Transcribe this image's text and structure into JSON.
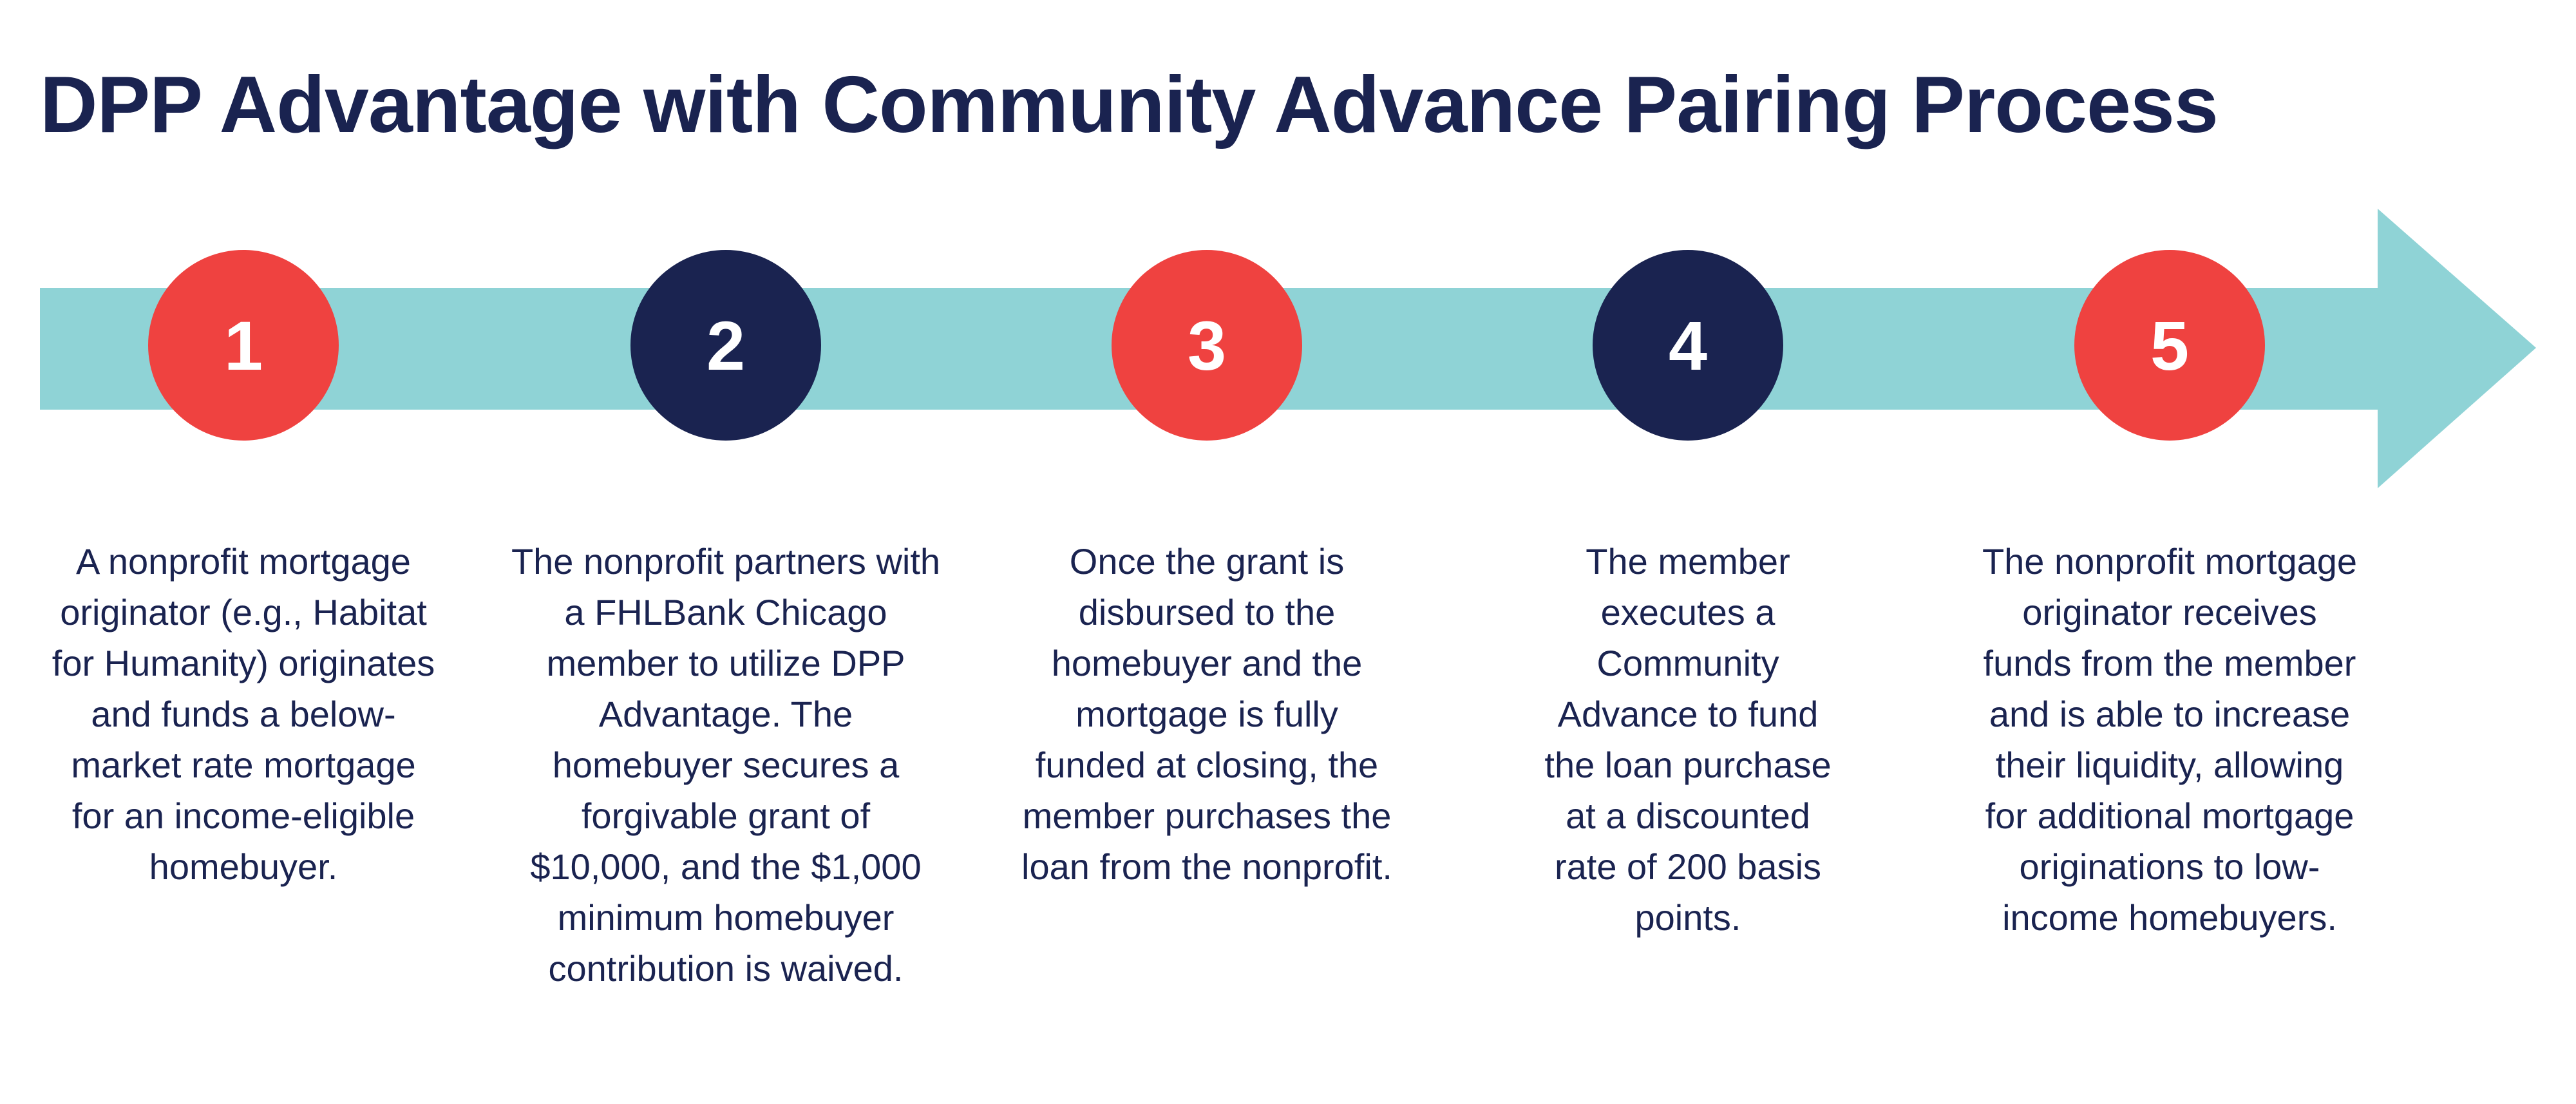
{
  "title": "DPP Advantage with Community Advance Pairing Process",
  "colors": {
    "arrow": "#8fd3d6",
    "red": "#ef4240",
    "navy": "#1a2350"
  },
  "steps": [
    {
      "number": "1",
      "color": "red",
      "text": "A nonprofit mortgage originator (e.g., Habitat for Humanity) originates and funds a below-market rate mortgage for an income-eligible homebuyer."
    },
    {
      "number": "2",
      "color": "navy",
      "text": "The nonprofit partners with a FHLBank Chicago member to utilize DPP Advantage. The homebuyer secures a forgivable grant of $10,000, and the $1,000 minimum homebuyer contribution is waived."
    },
    {
      "number": "3",
      "color": "red",
      "text": "Once the grant is disbursed to the homebuyer and the mortgage is fully funded at closing, the member purchases the loan from the nonprofit."
    },
    {
      "number": "4",
      "color": "navy",
      "text": "The member executes a Community Advance to fund the loan purchase at a discounted rate of 200 basis points."
    },
    {
      "number": "5",
      "color": "red",
      "text": "The nonprofit mortgage originator receives funds from the member and is able to increase their liquidity, allowing for additional mortgage originations to low-income homebuyers."
    }
  ]
}
